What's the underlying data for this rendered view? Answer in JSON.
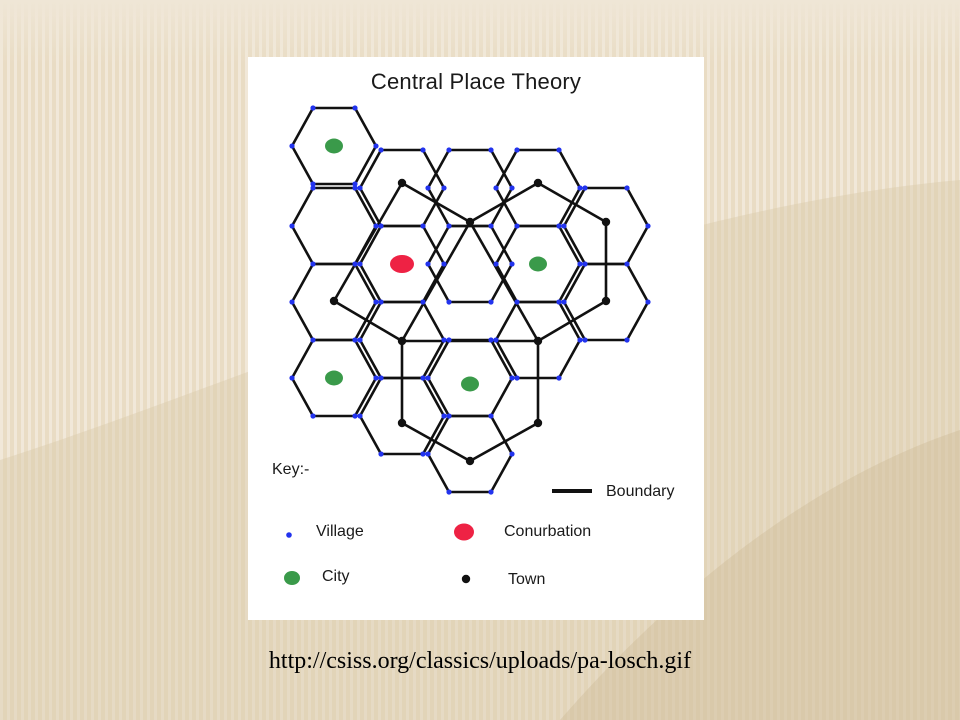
{
  "slide": {
    "caption": "http://csiss.org/classics/uploads/pa-losch.gif"
  },
  "diagram": {
    "title": "Central Place Theory",
    "key_label": "Key:-",
    "legend": [
      {
        "id": "village",
        "label": "Village",
        "symbol": "small-dot",
        "color": "#2233ee"
      },
      {
        "id": "city",
        "label": "City",
        "symbol": "dot",
        "color": "#3a9a4a"
      },
      {
        "id": "boundary",
        "label": "Boundary",
        "symbol": "line",
        "color": "#111111"
      },
      {
        "id": "conurbation",
        "label": "Conurbation",
        "symbol": "dot",
        "color": "#ee2244"
      },
      {
        "id": "town",
        "label": "Town",
        "symbol": "dot",
        "color": "#111111"
      }
    ]
  }
}
